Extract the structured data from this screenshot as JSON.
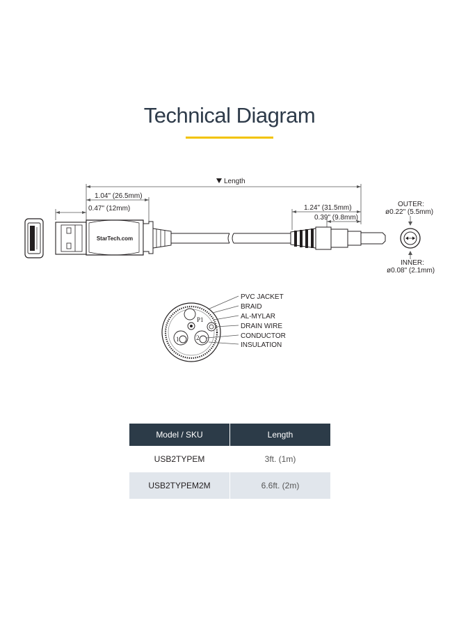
{
  "title": "Technical Diagram",
  "accent_color": "#f2c300",
  "header_color": "#2c3b48",
  "dimensions": {
    "length": "Length",
    "overall_a": "1.04\" (26.5mm)",
    "connector_a": "0.47\" (12mm)",
    "overall_b": "1.24\" (31.5mm)",
    "tip_b": "0.39\" (9.8mm)",
    "outer_label": "OUTER:",
    "outer_value": "ø0.22\" (5.5mm)",
    "inner_label": "INNER:",
    "inner_value": "ø0.08\" (2.1mm)",
    "brand": "StarTech.com"
  },
  "cross_section": {
    "labels": [
      "PVC JACKET",
      "BRAID",
      "AL-MYLAR",
      "DRAIN WIRE",
      "CONDUCTOR",
      "INSULATION"
    ],
    "pin_labels": [
      "P1",
      "1",
      "2"
    ]
  },
  "table": {
    "headers": [
      "Model / SKU",
      "Length"
    ],
    "rows": [
      {
        "sku": "USB2TYPEM",
        "length": "3ft. (1m)"
      },
      {
        "sku": "USB2TYPEM2M",
        "length": "6.6ft. (2m)"
      }
    ]
  }
}
